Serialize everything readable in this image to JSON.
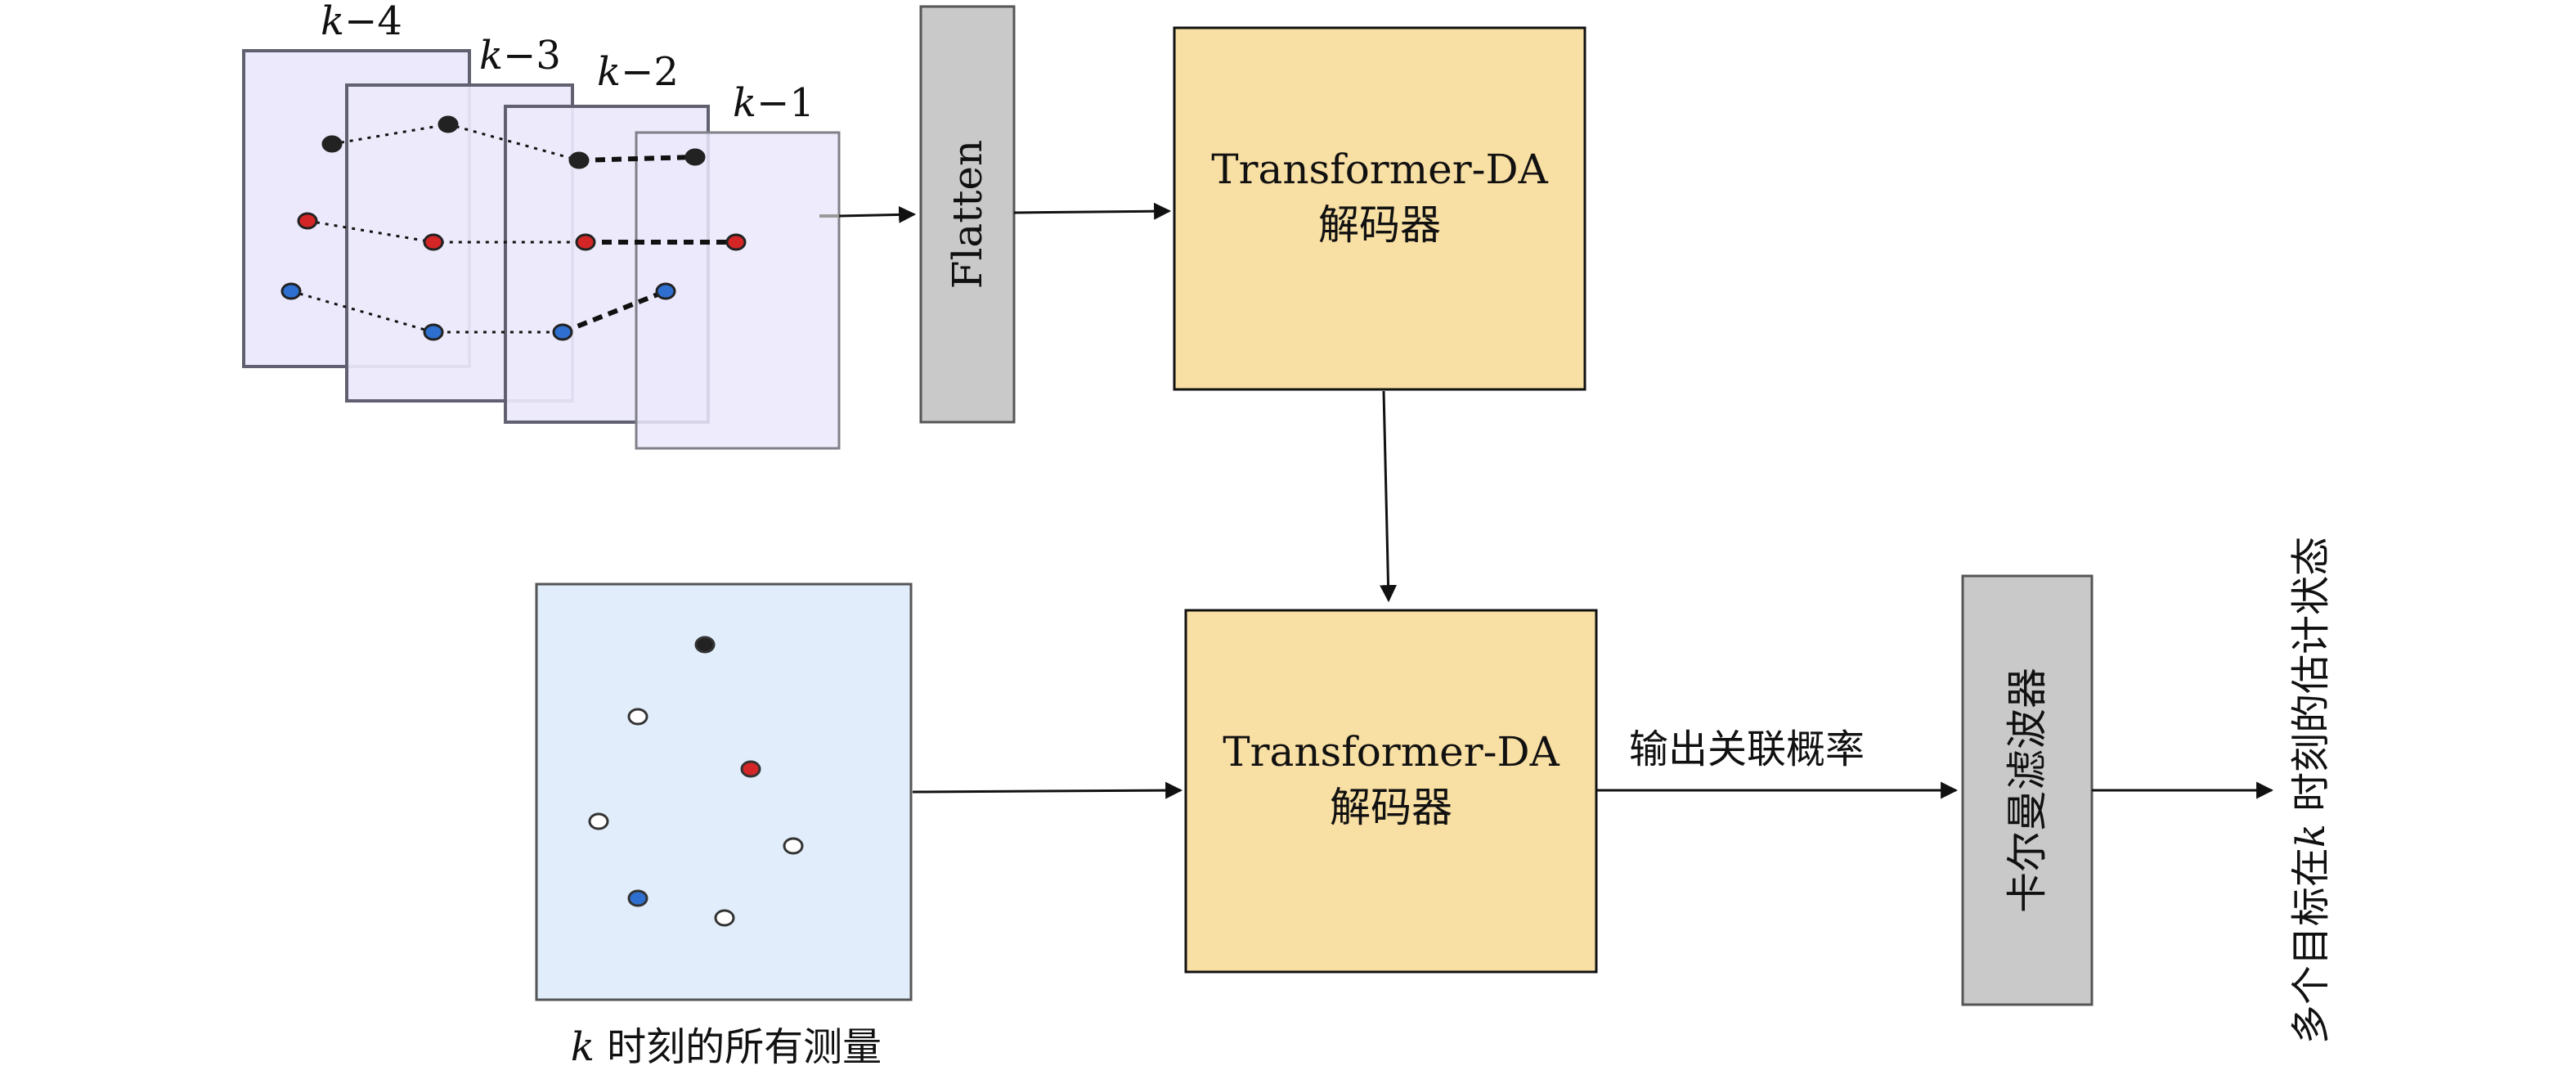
{
  "frames": [
    {
      "label_var": "k",
      "label_rest": "−4"
    },
    {
      "label_var": "k",
      "label_rest": "−3"
    },
    {
      "label_var": "k",
      "label_rest": "−2"
    },
    {
      "label_var": "k",
      "label_rest": "−1"
    }
  ],
  "flatten": {
    "label": "Flatten"
  },
  "decoder_top": {
    "line1": "Transformer-DA",
    "line2": "解码器"
  },
  "decoder_bottom": {
    "line1": "Transformer-DA",
    "line2": "解码器"
  },
  "measurements": {
    "caption_var": "k",
    "caption_rest": " 时刻的所有测量"
  },
  "edge_label": {
    "text": "输出关联概率"
  },
  "kalman": {
    "label": "卡尔曼滤波器"
  },
  "output": {
    "text_prefix": "多个目标在",
    "text_var": "k",
    "text_suffix": " 时刻的估计状态"
  },
  "colors": {
    "frame_fill": "#ebe9fb",
    "measurement_fill": "#e1edfb",
    "decoder_fill": "#f8dfa3",
    "gray_block": "#c9c9c9",
    "track_black": "#222222",
    "track_red": "#d42626",
    "track_blue": "#2e6fcf",
    "clutter": "#ffffff"
  }
}
